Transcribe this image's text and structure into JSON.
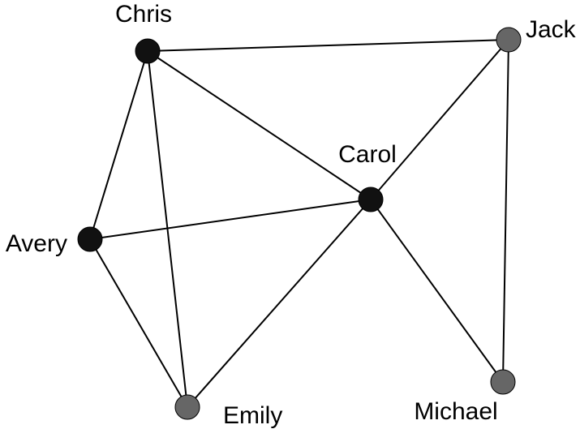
{
  "colors": {
    "black_node": "#111111",
    "gray_node": "#666666",
    "edge": "#000000"
  },
  "nodes": [
    {
      "id": "chris",
      "label": "Chris",
      "color": "black"
    },
    {
      "id": "jack",
      "label": "Jack",
      "color": "gray"
    },
    {
      "id": "carol",
      "label": "Carol",
      "color": "black"
    },
    {
      "id": "avery",
      "label": "Avery",
      "color": "black"
    },
    {
      "id": "emily",
      "label": "Emily",
      "color": "gray"
    },
    {
      "id": "michael",
      "label": "Michael",
      "color": "gray"
    }
  ],
  "edges": [
    [
      "chris",
      "jack"
    ],
    [
      "chris",
      "carol"
    ],
    [
      "chris",
      "avery"
    ],
    [
      "chris",
      "emily"
    ],
    [
      "jack",
      "carol"
    ],
    [
      "jack",
      "michael"
    ],
    [
      "carol",
      "avery"
    ],
    [
      "carol",
      "emily"
    ],
    [
      "carol",
      "michael"
    ],
    [
      "avery",
      "emily"
    ]
  ]
}
